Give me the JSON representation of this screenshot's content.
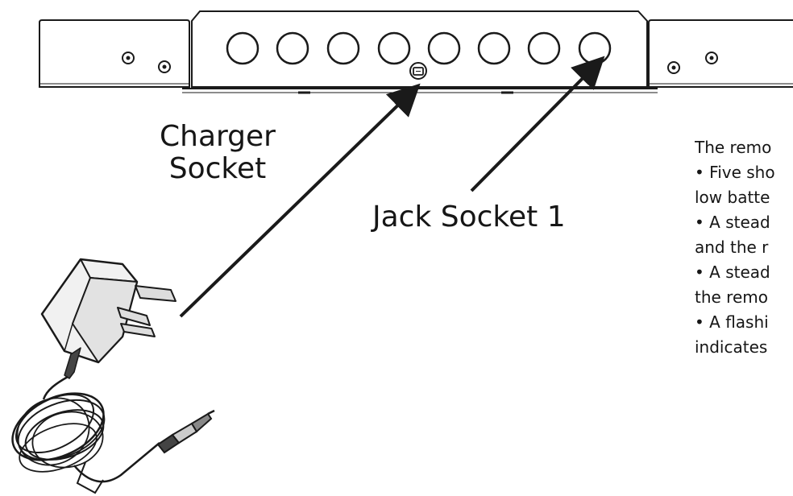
{
  "labels": {
    "charger_line1": "Charger",
    "charger_line2": "Socket",
    "jack_socket": "Jack Socket 1"
  },
  "instructions": [
    "The remo",
    "• Five sho",
    "low batte",
    "• A stead",
    "and the r",
    "• A stead",
    "the remo",
    "• A flashi",
    "indicates"
  ],
  "colors": {
    "line": "#1a1a1a",
    "background": "#ffffff"
  }
}
